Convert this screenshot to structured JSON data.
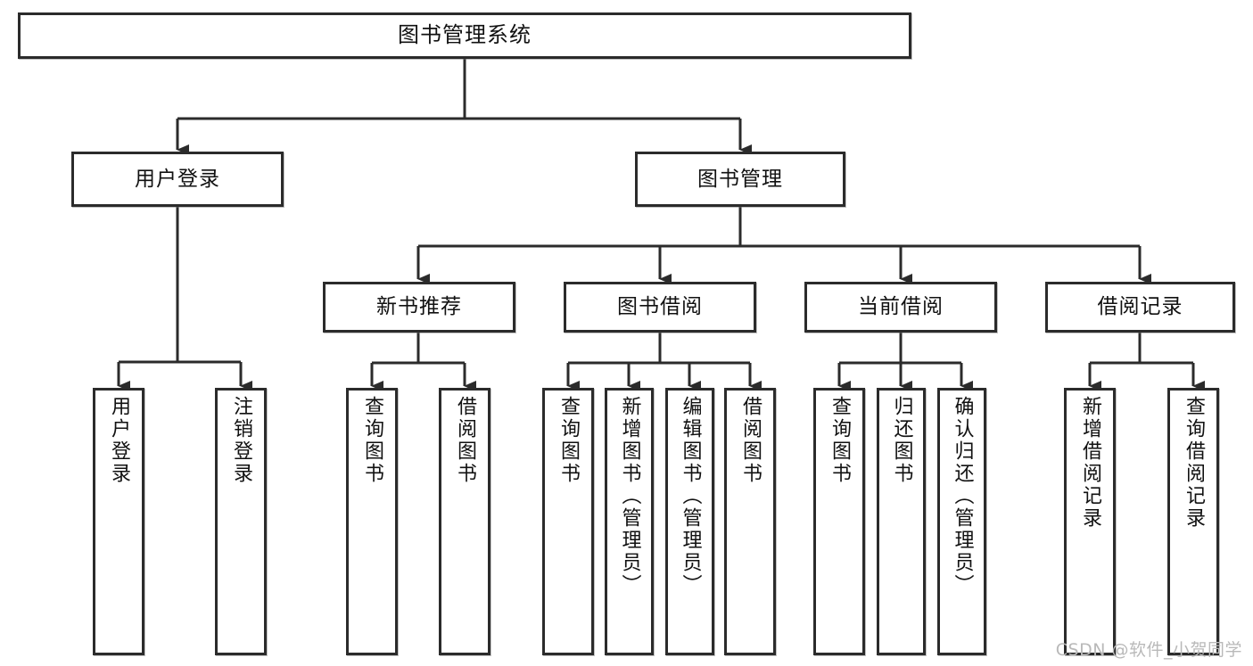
{
  "diagram": {
    "title": "图书管理系统",
    "type": "tree-hierarchy-diagram",
    "colors": {
      "box_border": "#2b2b2b",
      "box_fill": "#ffffff",
      "connector": "#2b2b2b",
      "text": "#111111",
      "watermark": "#b9b9b9"
    },
    "levels": {
      "root": {
        "label": "图书管理系统"
      },
      "level2": [
        {
          "id": "user-login",
          "label": "用户登录"
        },
        {
          "id": "book-management",
          "label": "图书管理"
        }
      ],
      "level3": [
        {
          "id": "new-book-recommend",
          "label": "新书推荐"
        },
        {
          "id": "book-borrow",
          "label": "图书借阅"
        },
        {
          "id": "current-borrow",
          "label": "当前借阅"
        },
        {
          "id": "borrow-record",
          "label": "借阅记录"
        }
      ],
      "level4": [
        {
          "id": "leaf-user-login",
          "label": "用户登录",
          "parent": "user-login"
        },
        {
          "id": "leaf-logout-login",
          "label": "注销登录",
          "parent": "user-login"
        },
        {
          "id": "leaf-query-book-1",
          "label": "查询图书",
          "parent": "new-book-recommend"
        },
        {
          "id": "leaf-borrow-book-1",
          "label": "借阅图书",
          "parent": "new-book-recommend"
        },
        {
          "id": "leaf-query-book-2",
          "label": "查询图书",
          "parent": "book-borrow"
        },
        {
          "id": "leaf-add-book",
          "label": "新增图书（管理员）",
          "parent": "book-borrow"
        },
        {
          "id": "leaf-edit-book",
          "label": "编辑图书（管理员）",
          "parent": "book-borrow"
        },
        {
          "id": "leaf-borrow-book-2",
          "label": "借阅图书",
          "parent": "book-borrow"
        },
        {
          "id": "leaf-query-book-3",
          "label": "查询图书",
          "parent": "current-borrow"
        },
        {
          "id": "leaf-return-book",
          "label": "归还图书",
          "parent": "current-borrow"
        },
        {
          "id": "leaf-confirm-return",
          "label": "确认归还（管理员）",
          "parent": "current-borrow"
        },
        {
          "id": "leaf-add-record",
          "label": "新增借阅记录",
          "parent": "borrow-record"
        },
        {
          "id": "leaf-query-record",
          "label": "查询借阅记录",
          "parent": "borrow-record"
        }
      ]
    },
    "watermark": "CSDN @软件_小贺同学"
  }
}
